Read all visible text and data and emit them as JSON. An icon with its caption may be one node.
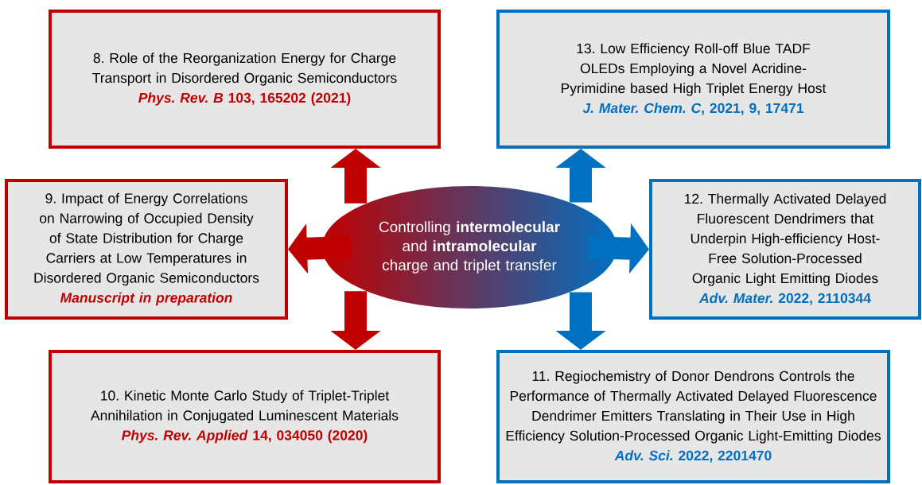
{
  "diagram": {
    "nodes": [
      {
        "text": [
          "8. Role of the Reorganization Energy for Charge Transport in Disordered Organic Semiconductors",
          "*Phys. Rev. B* 103, 165202 (2021)"
        ]
      },
      {
        "text": [
          "13. Low Efficiency Roll-off Blue TADF OLEDs Employing a Novel Acridine-Pyrimidine based High Triplet Energy Host",
          "*J. Mater. Chem. C*, 2021, 9, 17471"
        ]
      },
      {
        "text": [
          "9. Impact of Energy Correlations on Narrowing of Occupied Density of State Distribution for Charge Carriers at Low Temperatures in Disordered Organic Semiconductors",
          "Manuscript in preparation"
        ]
      },
      {
        "text": [
          "Controlling **intermolecular** and **intramolecular** charge and triplet transfer"
        ]
      },
      {
        "text": [
          "12. Thermally Activated Delayed Fluorescent Dendrimers that Underpin High-efficiency Host-Free Solution-Processed Organic Light Emitting Diodes",
          "*Adv. Mater.* 2022, 2110344"
        ]
      },
      {
        "text": [
          "10. Kinetic Monte Carlo Study of Triplet-Triplet Annihilation in Conjugated Luminescent Materials",
          "*Phys. Rev. Applied* 14, 034050 (2020)"
        ]
      },
      {
        "text": [
          "11. Regiochemistry of Donor Dendrons Controls the Performance of Thermally Activated Delayed Fluorescence Dendrimer Emitters Translating in Their Use in High Efficiency Solution-Processed Organic Light-Emitting Diodes",
          "*Adv. Sci.* 2022, 2201470"
        ]
      }
    ],
    "edges": [
      {
        "from": 3,
        "to": 0,
        "arrow": "to",
        "color": "#c00000"
      },
      {
        "from": 3,
        "to": 2,
        "arrow": "to",
        "color": "#c00000"
      },
      {
        "from": 3,
        "to": 5,
        "arrow": "to",
        "color": "#c00000"
      },
      {
        "from": 3,
        "to": 1,
        "arrow": "to",
        "color": "#0070c0"
      },
      {
        "from": 3,
        "to": 4,
        "arrow": "to",
        "color": "#0070c0"
      },
      {
        "from": 3,
        "to": 6,
        "arrow": "to",
        "color": "#0070c0"
      }
    ]
  }
}
